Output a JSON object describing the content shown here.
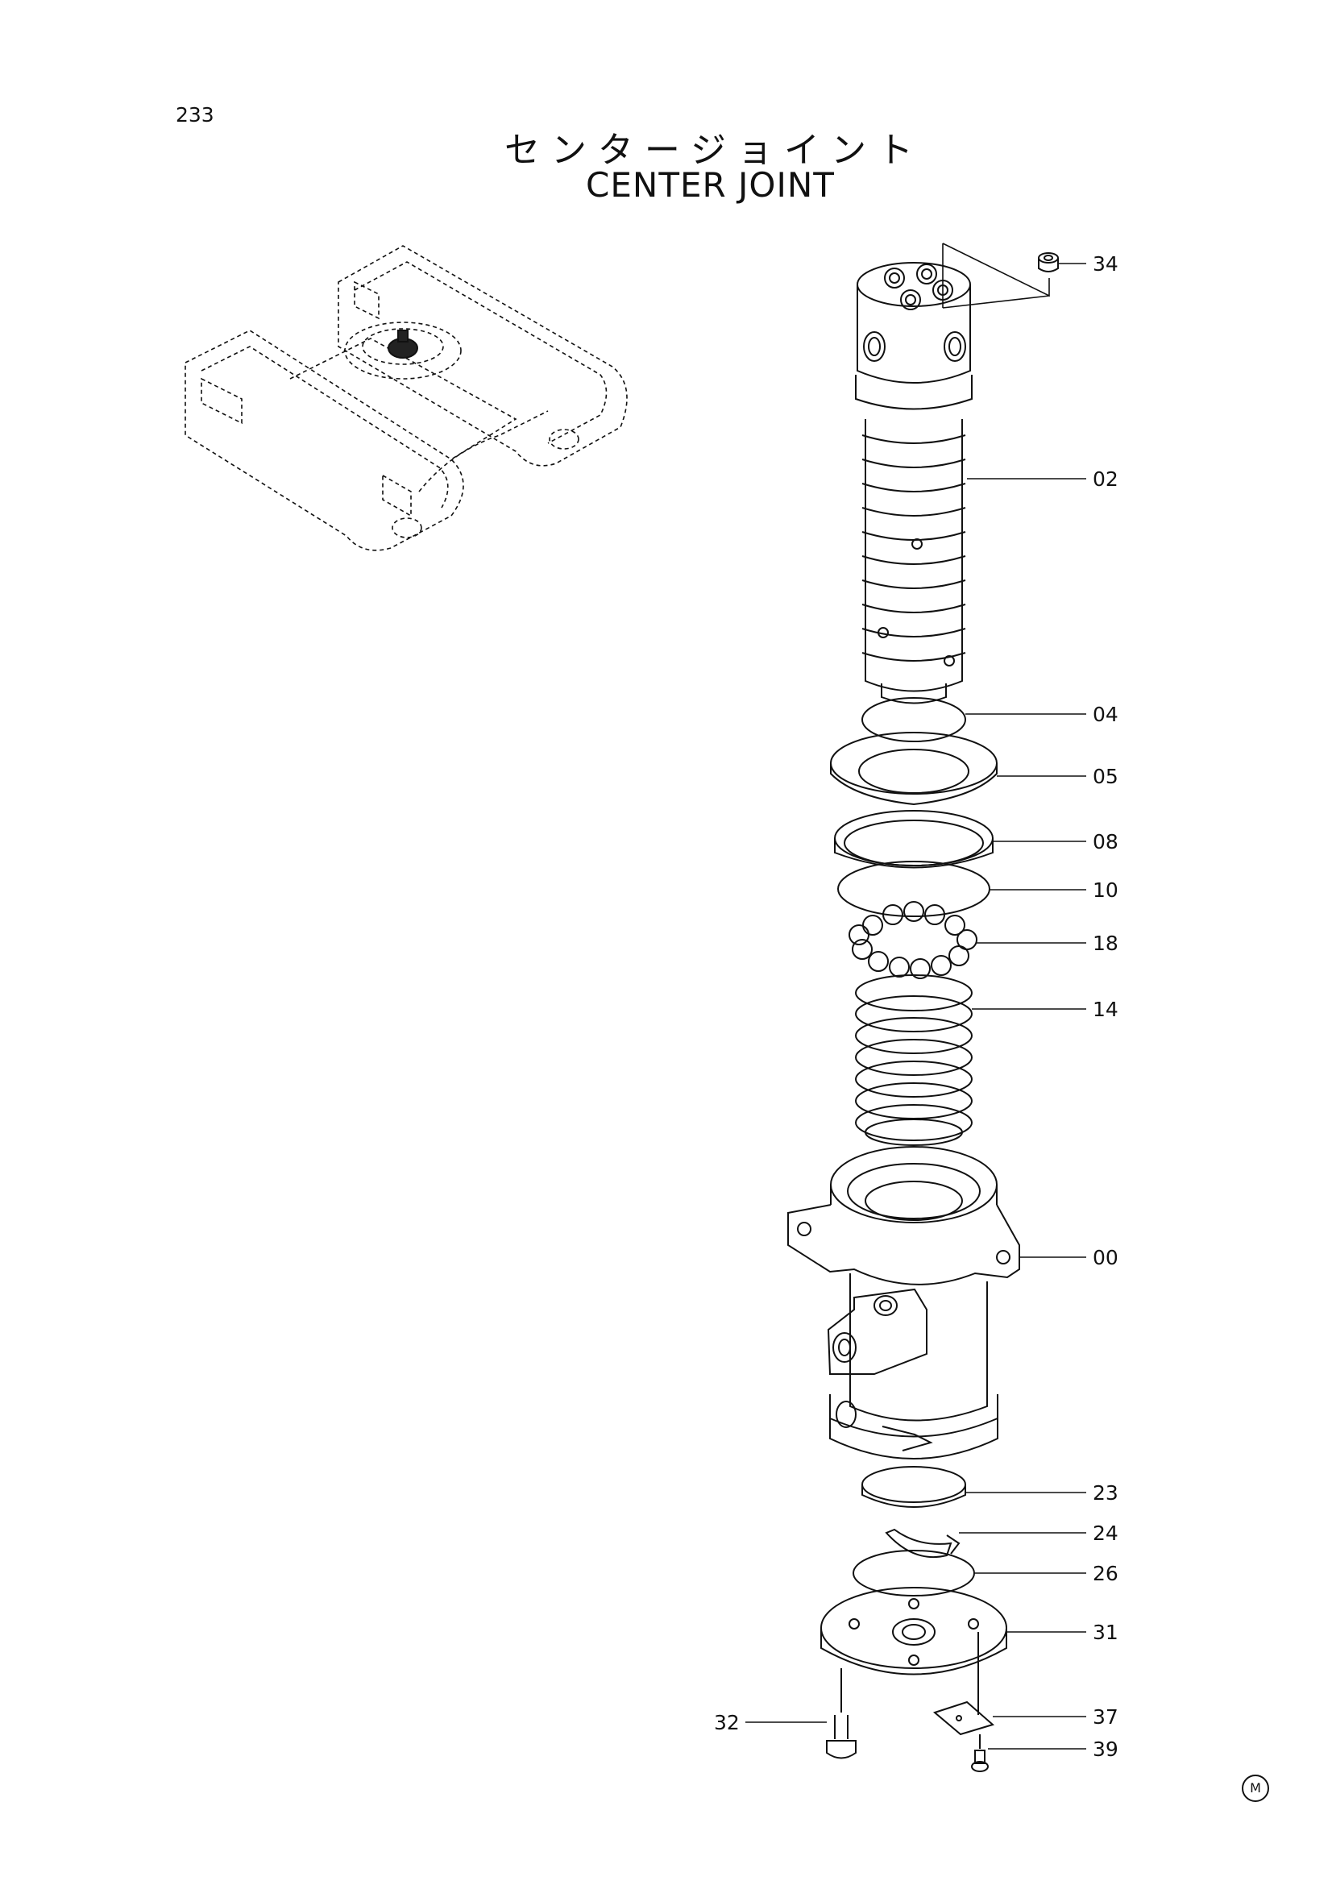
{
  "page_number": "233",
  "title_jp": "センタージョイント",
  "title_en": "CENTER JOINT",
  "corner_mark": "M",
  "parts": [
    {
      "id": "p34",
      "label": "34"
    },
    {
      "id": "p02",
      "label": "02"
    },
    {
      "id": "p04",
      "label": "04"
    },
    {
      "id": "p05",
      "label": "05"
    },
    {
      "id": "p08",
      "label": "08"
    },
    {
      "id": "p10",
      "label": "10"
    },
    {
      "id": "p18",
      "label": "18"
    },
    {
      "id": "p14",
      "label": "14"
    },
    {
      "id": "p00",
      "label": "00"
    },
    {
      "id": "p23",
      "label": "23"
    },
    {
      "id": "p24",
      "label": "24"
    },
    {
      "id": "p26",
      "label": "26"
    },
    {
      "id": "p31",
      "label": "31"
    },
    {
      "id": "p32",
      "label": "32"
    },
    {
      "id": "p37",
      "label": "37"
    },
    {
      "id": "p39",
      "label": "39"
    }
  ]
}
